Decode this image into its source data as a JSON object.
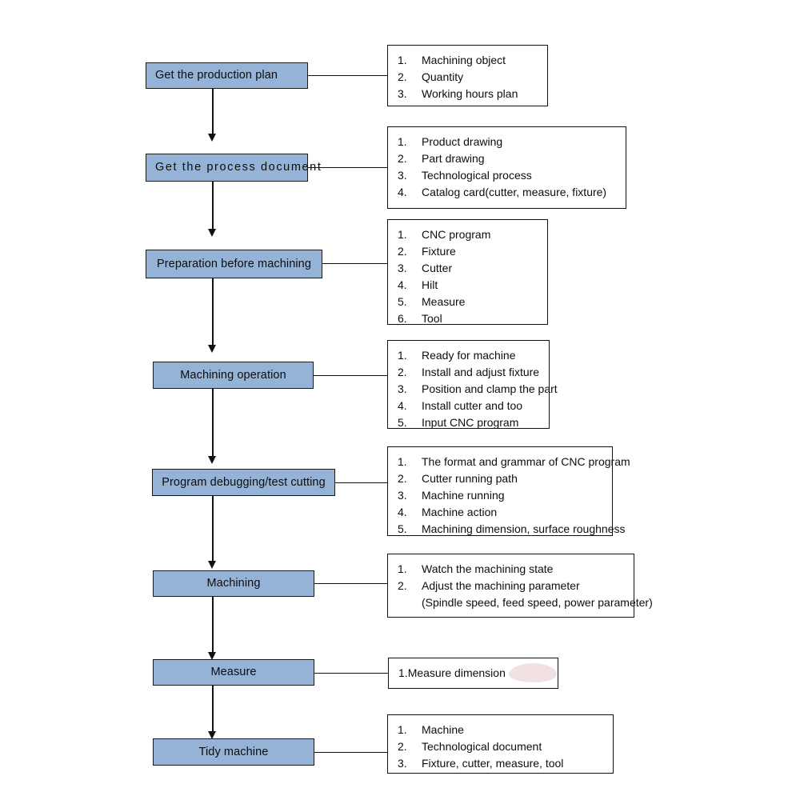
{
  "diagram": {
    "title": "CNC machining workflow flowchart",
    "accent_box_fill": "#95B3D7",
    "box_border_color": "#1A1A1A",
    "detail_border_color": "#111111",
    "connector_color": "#111111"
  },
  "steps": [
    {
      "label": "Get the production plan",
      "details": [
        {
          "num": "1.",
          "text": "Machining object"
        },
        {
          "num": "2.",
          "text": "Quantity"
        },
        {
          "num": "3.",
          "text": "Working hours plan"
        }
      ]
    },
    {
      "label": "Get  the  process  document",
      "details": [
        {
          "num": "1.",
          "text": "Product drawing"
        },
        {
          "num": "2.",
          "text": "Part drawing"
        },
        {
          "num": "3.",
          "text": "Technological process"
        },
        {
          "num": "4.",
          "text": "Catalog card(cutter, measure, fixture)"
        }
      ]
    },
    {
      "label": "Preparation before machining",
      "details": [
        {
          "num": "1.",
          "text": "CNC program"
        },
        {
          "num": "2.",
          "text": "Fixture"
        },
        {
          "num": "3.",
          "text": "Cutter"
        },
        {
          "num": "4.",
          "text": "Hilt"
        },
        {
          "num": "5.",
          "text": "Measure"
        },
        {
          "num": "6.",
          "text": "Tool"
        }
      ]
    },
    {
      "label": "Machining operation",
      "details": [
        {
          "num": "1.",
          "text": "Ready for machine"
        },
        {
          "num": "2.",
          "text": "Install and adjust fixture"
        },
        {
          "num": "3.",
          "text": "Position and clamp the part"
        },
        {
          "num": "4.",
          "text": "Install cutter and too"
        },
        {
          "num": "5.",
          "text": "Input CNC program"
        }
      ]
    },
    {
      "label": "Program debugging/test cutting",
      "details": [
        {
          "num": "1.",
          "text": "The format and grammar of CNC program"
        },
        {
          "num": "2.",
          "text": "Cutter running path"
        },
        {
          "num": "3.",
          "text": "Machine running"
        },
        {
          "num": "4.",
          "text": "Machine action"
        },
        {
          "num": "5.",
          "text": "Machining dimension, surface roughness"
        }
      ]
    },
    {
      "label": "Machining",
      "details": [
        {
          "num": "1.",
          "text": "Watch the machining state"
        },
        {
          "num": "2.",
          "text": "Adjust the machining parameter"
        },
        {
          "num": "",
          "text": "(Spindle speed, feed speed, power parameter)"
        }
      ]
    },
    {
      "label": "Measure",
      "details": [
        {
          "num": "1.",
          "text": "Measure dimension"
        }
      ]
    },
    {
      "label": "Tidy machine",
      "details": [
        {
          "num": "1.",
          "text": "Machine"
        },
        {
          "num": "2.",
          "text": "Technological document"
        },
        {
          "num": "3.",
          "text": "Fixture, cutter, measure, tool"
        }
      ]
    }
  ]
}
